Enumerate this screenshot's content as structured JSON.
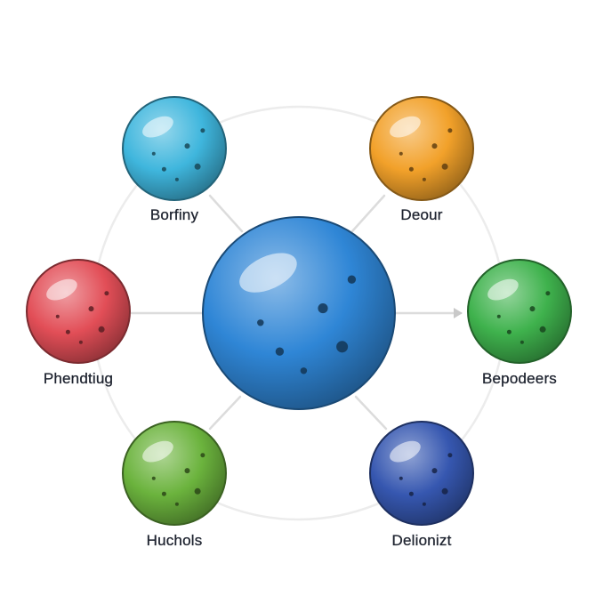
{
  "diagram": {
    "center_node": {
      "color": "#2f86d6"
    },
    "nodes": [
      {
        "id": "top-left",
        "label": "Borfiny",
        "color": "#3fb6dd"
      },
      {
        "id": "top-right",
        "label": "Deour",
        "color": "#f2a12a"
      },
      {
        "id": "left",
        "label": "Phendtiug",
        "color": "#e24e57"
      },
      {
        "id": "right",
        "label": "Bepodeers",
        "color": "#3fb24d"
      },
      {
        "id": "bottom-left",
        "label": "Huchols",
        "color": "#6bb33d"
      },
      {
        "id": "bottom-right",
        "label": "Delionizt",
        "color": "#3657b0"
      }
    ],
    "connector_color": "#dcdcdc"
  }
}
